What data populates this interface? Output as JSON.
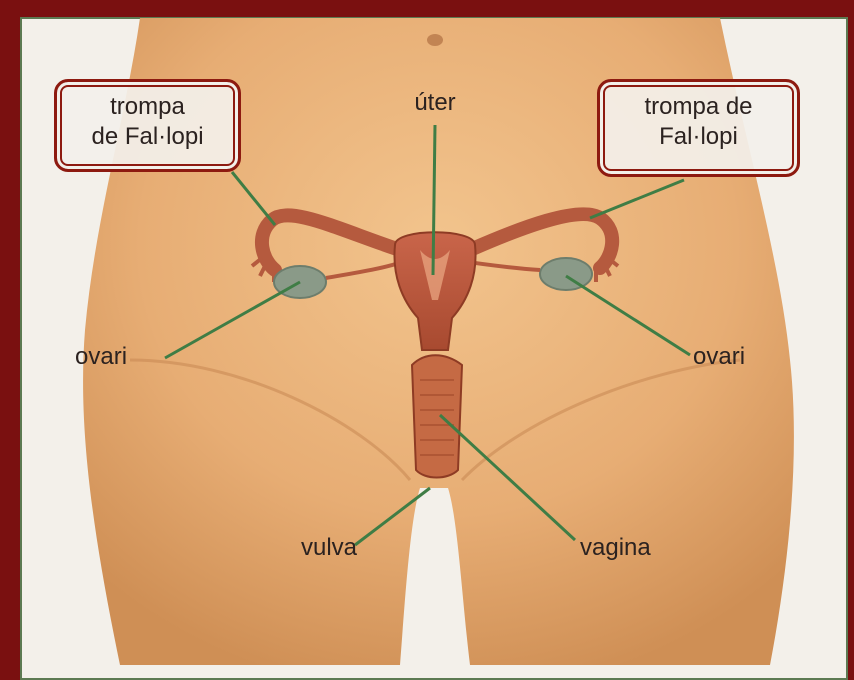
{
  "labels": {
    "fallopian_left_line1": "trompa",
    "fallopian_left_line2": "de Fal·lopi",
    "uterus": "úter",
    "fallopian_right_line1": "trompa de",
    "fallopian_right_line2": "Fal·lopi",
    "ovary_left": "ovari",
    "ovary_right": "ovari",
    "vulva": "vulva",
    "vagina": "vagina"
  },
  "colors": {
    "frame": "#7a1010",
    "highlight_box": "#8d1a10",
    "leader_line": "#3f7d45",
    "skin": "#e8ad74"
  }
}
